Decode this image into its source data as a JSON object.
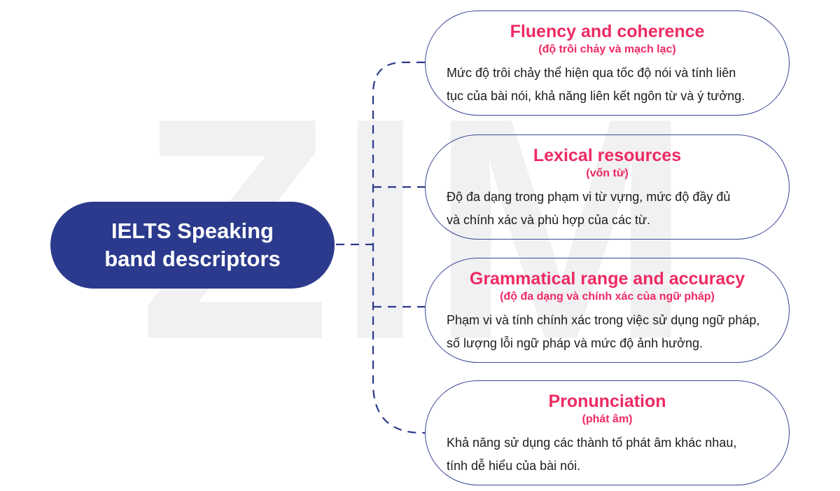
{
  "diagram": {
    "watermark": "ZIM",
    "root": {
      "title": "IELTS Speaking\nband descriptors"
    },
    "branches": [
      {
        "title": "Fluency and coherence",
        "subtitle": "(độ trôi chảy và mạch lạc)",
        "description": "Mức độ trôi chảy thể hiện qua tốc độ nói và tính liên\ntục của bài nói, khả năng liên kết ngôn từ và ý tưởng."
      },
      {
        "title": "Lexical resources",
        "subtitle": "(vốn từ)",
        "description": "Độ đa dạng trong phạm vi từ vựng, mức độ đầy đủ\nvà chính xác và phù hợp của các từ."
      },
      {
        "title": "Grammatical range and accuracy",
        "subtitle": "(độ đa dạng và chính xác của ngữ pháp)",
        "description": "Phạm vi và tính chính xác trong việc sử dụng ngữ pháp,\nsố lượng lỗi ngữ pháp và mức độ ảnh hưởng."
      },
      {
        "title": "Pronunciation",
        "subtitle": "(phát âm)",
        "description": "Khả năng sử dụng các thành tố phát âm khác nhau,\ntính dễ hiểu của bài nói."
      }
    ],
    "colors": {
      "node_blue": "#2b3a8c",
      "card_border": "#3a4696",
      "accent_pink": "#ee2a63",
      "body_text": "#1c1c1e",
      "watermark_gray": "#f1f1f3",
      "background": "#ffffff"
    }
  }
}
